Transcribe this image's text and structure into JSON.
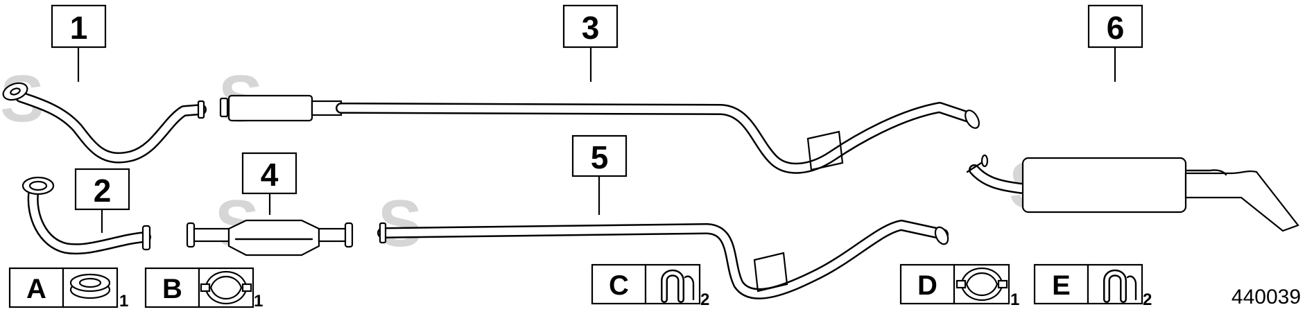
{
  "diagram": {
    "watermark": "S",
    "reference_number": "440039",
    "parts": [
      {
        "id": "1"
      },
      {
        "id": "2"
      },
      {
        "id": "3"
      },
      {
        "id": "4"
      },
      {
        "id": "5"
      },
      {
        "id": "6"
      }
    ],
    "hardware": [
      {
        "letter": "A",
        "icon": "gasket-ring-icon",
        "quantity": "1"
      },
      {
        "letter": "B",
        "icon": "pipe-clamp-icon",
        "quantity": "1"
      },
      {
        "letter": "C",
        "icon": "u-bolt-icon",
        "quantity": "2"
      },
      {
        "letter": "D",
        "icon": "pipe-clamp-icon",
        "quantity": "1"
      },
      {
        "letter": "E",
        "icon": "u-bolt-icon",
        "quantity": "2"
      }
    ]
  }
}
